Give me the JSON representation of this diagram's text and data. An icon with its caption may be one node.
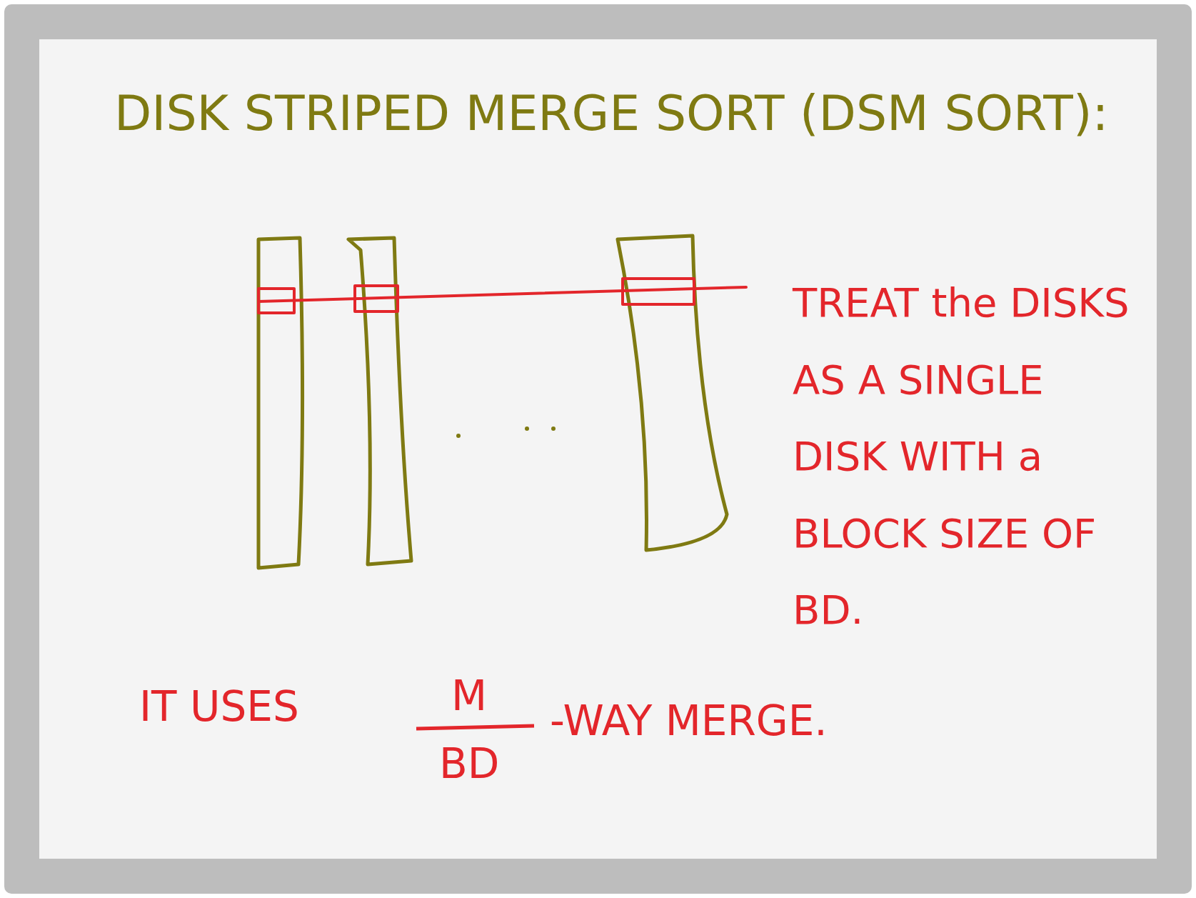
{
  "diagram": {
    "title": "DISK STRIPED MERGE SORT (DSM SORT):",
    "labels": [
      "TREAT the DISKS AS A SINGLE DISK WITH a BLOCK SIZE OF BD.",
      "IT USES",
      "M",
      "BD",
      "-WAY MERGE."
    ]
  }
}
